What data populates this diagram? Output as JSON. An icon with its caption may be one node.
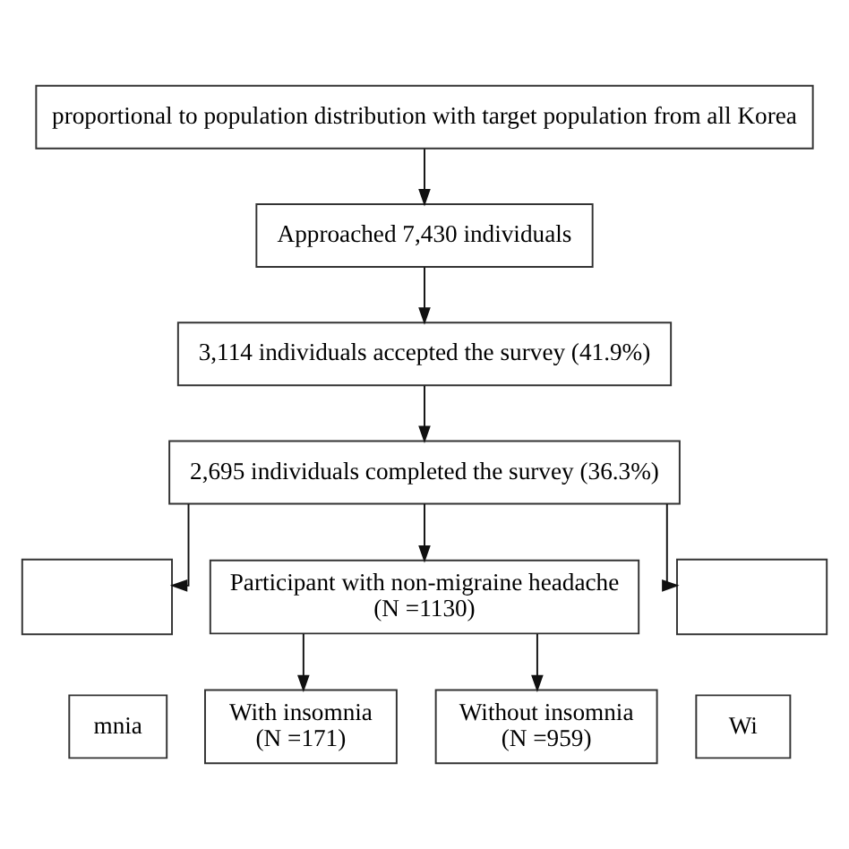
{
  "diagram": {
    "nodes": [
      {
        "text": [
          "proportional to population distribution with target population from all Korea"
        ]
      },
      {
        "text": [
          "Approached 7,430 individuals"
        ]
      },
      {
        "text": [
          "3,114 individuals accepted the survey (41.9%)"
        ]
      },
      {
        "text": [
          "2,695 individuals completed the survey (36.3%)"
        ]
      },
      {
        "text": [],
        "shape": "box"
      },
      {
        "text": [
          "Participant with non-migraine headache",
          "(N =1130)"
        ]
      },
      {
        "text": [],
        "shape": "box"
      },
      {
        "text": [
          "mnia"
        ]
      },
      {
        "text": [
          "With insomnia",
          "(N =171)"
        ]
      },
      {
        "text": [
          "Without insomnia",
          "(N =959)"
        ]
      },
      {
        "text": [
          "Wi"
        ]
      }
    ],
    "edges": [
      {
        "from": 0,
        "to": 1,
        "arrow": "to"
      },
      {
        "from": 1,
        "to": 2,
        "arrow": "to"
      },
      {
        "from": 2,
        "to": 3,
        "arrow": "to"
      },
      {
        "from": 3,
        "to": 4,
        "arrow": "to"
      },
      {
        "from": 3,
        "to": 5,
        "arrow": "to"
      },
      {
        "from": 3,
        "to": 6,
        "arrow": "to"
      },
      {
        "from": 5,
        "to": 8,
        "arrow": "to"
      },
      {
        "from": 5,
        "to": 9,
        "arrow": "to"
      }
    ]
  }
}
